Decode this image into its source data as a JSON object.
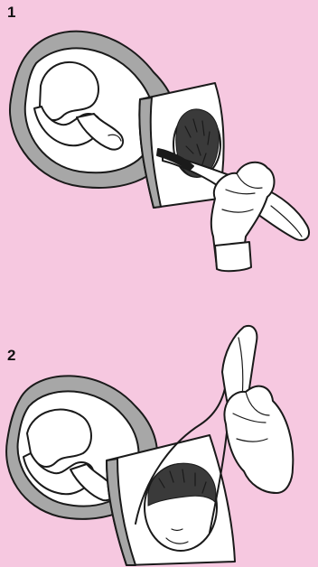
{
  "steps": [
    {
      "number": "1"
    },
    {
      "number": "2"
    }
  ],
  "colors": {
    "background": "#f6c8e0",
    "uterus_wall": "#a7a7a7",
    "fetus_skin": "#ffffff",
    "outline": "#1a1a1a",
    "hair": "#3a3a3a"
  },
  "icons": {
    "step1": "forceps-blade-insertion-illustration",
    "step2": "forceps-traction-illustration"
  }
}
